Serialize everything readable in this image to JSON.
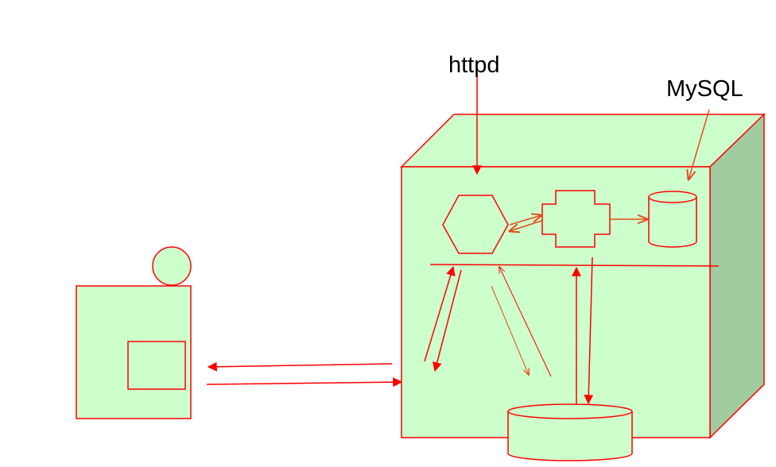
{
  "labels": {
    "httpd": "httpd",
    "mysql": "MySQL"
  },
  "colors": {
    "stroke": "#ff0000",
    "fill": "#ccffcc",
    "side_fill": "#a0cca0",
    "arrow": "#e64a19"
  },
  "shapes": {
    "client": "person-with-terminal",
    "server": "3d-box",
    "web_server": "hexagon",
    "app_module": "cross-shape",
    "database": "cylinder",
    "storage": "disk-cylinder"
  }
}
